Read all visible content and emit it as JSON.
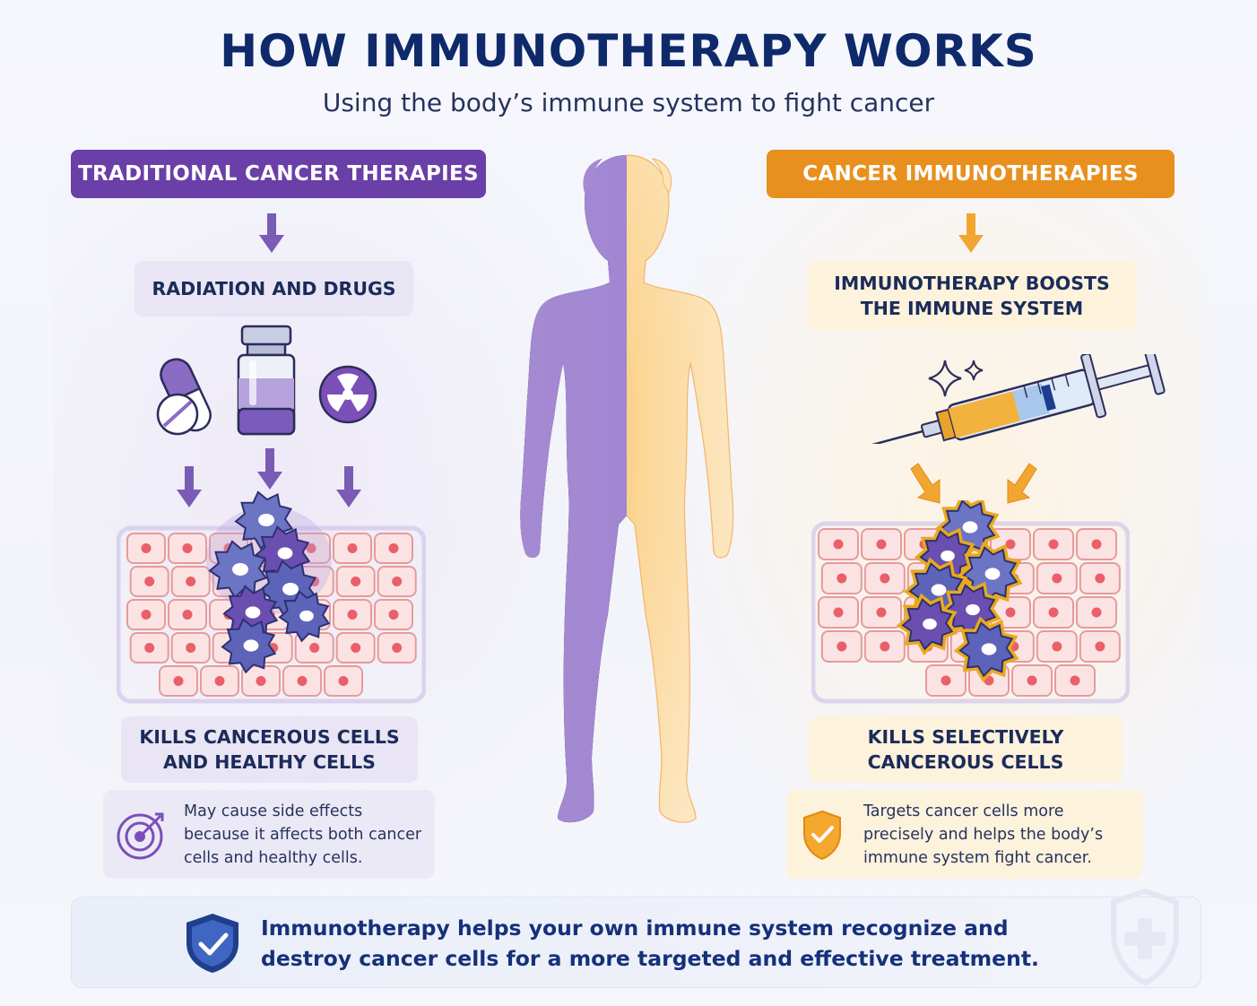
{
  "header": {
    "title": "HOW IMMUNOTHERAPY WORKS",
    "subtitle": "Using the body’s immune system to fight cancer"
  },
  "left": {
    "banner": "TRADITIONAL CANCER THERAPIES",
    "method": "RADIATION AND DRUGS",
    "result": "KILLS CANCEROUS CELLS\nAND HEALTHY CELLS",
    "note": "May cause side effects because it affects both cancer cells and healthy cells.",
    "colors": {
      "banner": "#6a3fa8",
      "accent": "#7a5bb5",
      "pill": "#e9e5f4"
    },
    "icons": [
      "capsule-icon",
      "medicine-vial-icon",
      "radiation-icon",
      "target-icon"
    ]
  },
  "right": {
    "banner": "CANCER IMMUNOTHERAPIES",
    "method": "IMMUNOTHERAPY BOOSTS\nTHE IMMUNE SYSTEM",
    "result": "KILLS SELECTIVELY\nCANCEROUS CELLS",
    "note": "Targets cancer cells more precisely and helps the body’s immune system fight cancer.",
    "colors": {
      "banner": "#e8901e",
      "accent": "#f2a632",
      "pill": "#fdf2dc"
    },
    "icons": [
      "syringe-icon",
      "sparkle-icon",
      "shield-check-icon"
    ]
  },
  "footer": {
    "text": "Immunotherapy helps your own immune system recognize and destroy cancer cells for a more targeted and effective treatment.",
    "icons": [
      "shield-check-icon",
      "medical-shield-watermark-icon"
    ]
  }
}
